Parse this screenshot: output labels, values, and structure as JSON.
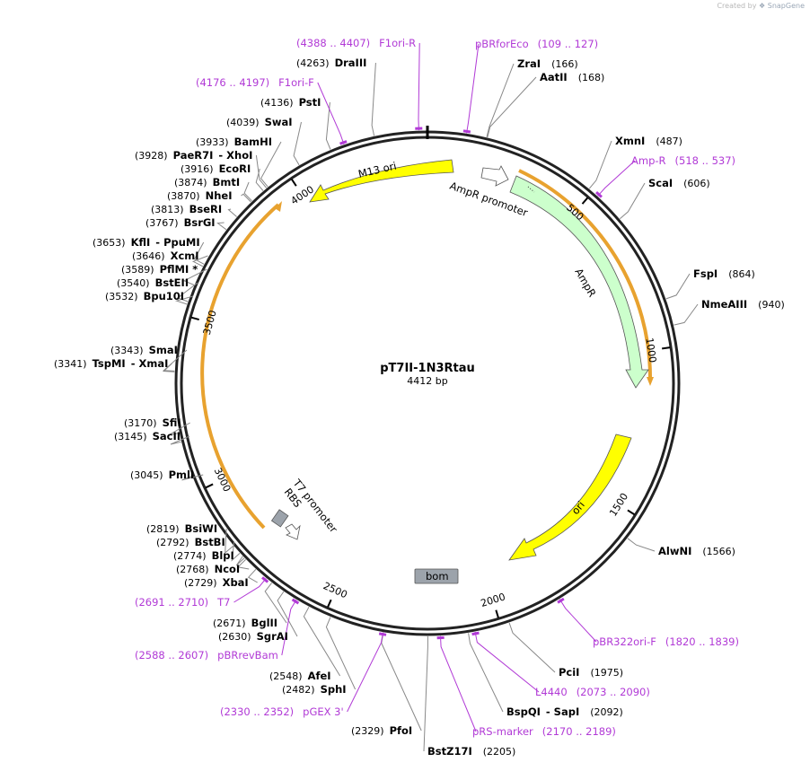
{
  "credit": {
    "prefix": "Created by",
    "brand": "SnapGene"
  },
  "plasmid": {
    "name": "pT7II-1N3Rtau",
    "length_label": "4412 bp"
  },
  "ticks": [
    "500",
    "1000",
    "1500",
    "2000",
    "2500",
    "3000",
    "3500",
    "4000"
  ],
  "sites": [
    {
      "name": "DraIII",
      "pos": "(4263)"
    },
    {
      "name": "PstI",
      "pos": "(4136)"
    },
    {
      "name": "SwaI",
      "pos": "(4039)"
    },
    {
      "name": "BamHI",
      "pos": "(3933)"
    },
    {
      "name": "PaeR7I",
      "extra": "- XhoI",
      "pos": "(3928)"
    },
    {
      "name": "EcoRI",
      "pos": "(3916)"
    },
    {
      "name": "BmtI",
      "pos": "(3874)"
    },
    {
      "name": "NheI",
      "pos": "(3870)"
    },
    {
      "name": "BseRI",
      "pos": "(3813)"
    },
    {
      "name": "BsrGI",
      "pos": "(3767)"
    },
    {
      "name": "KflI",
      "extra": "- PpuMI",
      "pos": "(3653)"
    },
    {
      "name": "XcmI",
      "pos": "(3646)"
    },
    {
      "name": "PflMI *",
      "pos": "(3589)"
    },
    {
      "name": "BstEII",
      "pos": "(3540)"
    },
    {
      "name": "Bpu10I",
      "pos": "(3532)"
    },
    {
      "name": "SmaI",
      "pos": "(3343)"
    },
    {
      "name": "TspMI",
      "extra": "- XmaI",
      "pos": "(3341)"
    },
    {
      "name": "SfiI",
      "pos": "(3170)"
    },
    {
      "name": "SacII",
      "pos": "(3145)"
    },
    {
      "name": "PmlI",
      "pos": "(3045)"
    },
    {
      "name": "BsiWI",
      "pos": "(2819)"
    },
    {
      "name": "BstBI",
      "pos": "(2792)"
    },
    {
      "name": "BlpI",
      "pos": "(2774)"
    },
    {
      "name": "NcoI",
      "pos": "(2768)"
    },
    {
      "name": "XbaI",
      "pos": "(2729)"
    },
    {
      "name": "BglII",
      "pos": "(2671)"
    },
    {
      "name": "SgrAI",
      "pos": "(2630)"
    },
    {
      "name": "AfeI",
      "pos": "(2548)"
    },
    {
      "name": "SphI",
      "pos": "(2482)"
    },
    {
      "name": "PfoI",
      "pos": "(2329)"
    },
    {
      "name": "BstZ17I",
      "pos": "(2205)"
    },
    {
      "name": "BspQI",
      "extra": "- SapI",
      "pos": "(2092)"
    },
    {
      "name": "PciI",
      "pos": "(1975)"
    },
    {
      "name": "AlwNI",
      "pos": "(1566)"
    },
    {
      "name": "NmeAIII",
      "pos": "(940)"
    },
    {
      "name": "FspI",
      "pos": "(864)"
    },
    {
      "name": "ScaI",
      "pos": "(606)"
    },
    {
      "name": "XmnI",
      "pos": "(487)"
    },
    {
      "name": "AatII",
      "pos": "(168)"
    },
    {
      "name": "ZraI",
      "pos": "(166)"
    }
  ],
  "primers": [
    {
      "name": "F1ori-R",
      "range": "(4388 .. 4407)"
    },
    {
      "name": "F1ori-F",
      "range": "(4176 .. 4197)"
    },
    {
      "name": "pBRforEco",
      "range": "(109 .. 127)"
    },
    {
      "name": "Amp-R",
      "range": "(518 .. 537)"
    },
    {
      "name": "T7",
      "range": "(2691 .. 2710)"
    },
    {
      "name": "pBRrevBam",
      "range": "(2588 .. 2607)"
    },
    {
      "name": "pGEX 3'",
      "range": "(2330 .. 2352)"
    },
    {
      "name": "pRS-marker",
      "range": "(2170 .. 2189)"
    },
    {
      "name": "L4440",
      "range": "(2073 .. 2090)"
    },
    {
      "name": "pBR322ori-F",
      "range": "(1820 .. 1839)"
    }
  ],
  "features": {
    "m13": "M13 ori",
    "amp_promoter": "AmpR promoter",
    "ampr": "AmpR",
    "ori": "ori",
    "bom": "bom",
    "t7_promoter": "T7 promoter",
    "rbs": "RBS"
  },
  "colors": {
    "backbone": "#222222",
    "primer": "#b13ad6",
    "m13_fill": "#ffff00",
    "ori_fill": "#ffff00",
    "ampr_fill": "#ccffcc",
    "promoter_fill": "#ffffff",
    "bom_fill": "#9ca3ab",
    "orf_arc": "#e8a22f",
    "leader": "#888888"
  }
}
